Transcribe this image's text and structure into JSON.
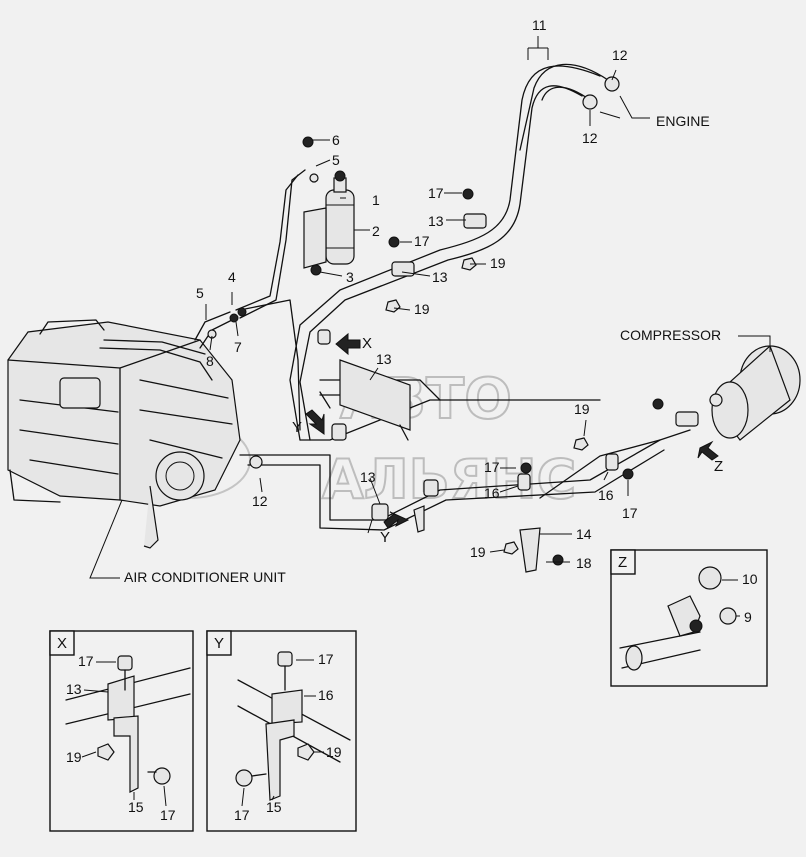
{
  "labels": {
    "engine": "ENGINE",
    "compressor": "COMPRESSOR",
    "air_conditioner_unit": "AIR CONDITIONER UNIT"
  },
  "view_markers": {
    "x": "X",
    "y": "Y",
    "z": "Z"
  },
  "watermark": {
    "line1": "АВТО",
    "line2": "АЛЬЯНС"
  },
  "callouts": {
    "c1": "1",
    "c2": "2",
    "c3": "3",
    "c4": "4",
    "c5a": "5",
    "c5b": "5",
    "c6": "6",
    "c7": "7",
    "c8": "8",
    "c11": "11",
    "c12a": "12",
    "c12b": "12",
    "c12c": "12",
    "c13a": "13",
    "c13b": "13",
    "c13c": "13",
    "c13d": "13",
    "c14": "14",
    "c16a": "16",
    "c16b": "16",
    "c17a": "17",
    "c17b": "17",
    "c17c": "17",
    "c17d": "17",
    "c18": "18",
    "c19a": "19",
    "c19b": "19",
    "c19c": "19",
    "c19d": "19"
  },
  "detail_x": {
    "title": "X",
    "parts": {
      "p17a": "17",
      "p13": "13",
      "p19": "19",
      "p15": "15",
      "p17b": "17"
    }
  },
  "detail_y": {
    "title": "Y",
    "parts": {
      "p17a": "17",
      "p16": "16",
      "p19": "19",
      "p17b": "17",
      "p15": "15"
    }
  },
  "detail_z": {
    "title": "Z",
    "parts": {
      "p10": "10",
      "p9": "9"
    }
  },
  "colors": {
    "line": "#111111",
    "background": "#f1f1f1",
    "watermark": "#bdbdbd"
  }
}
